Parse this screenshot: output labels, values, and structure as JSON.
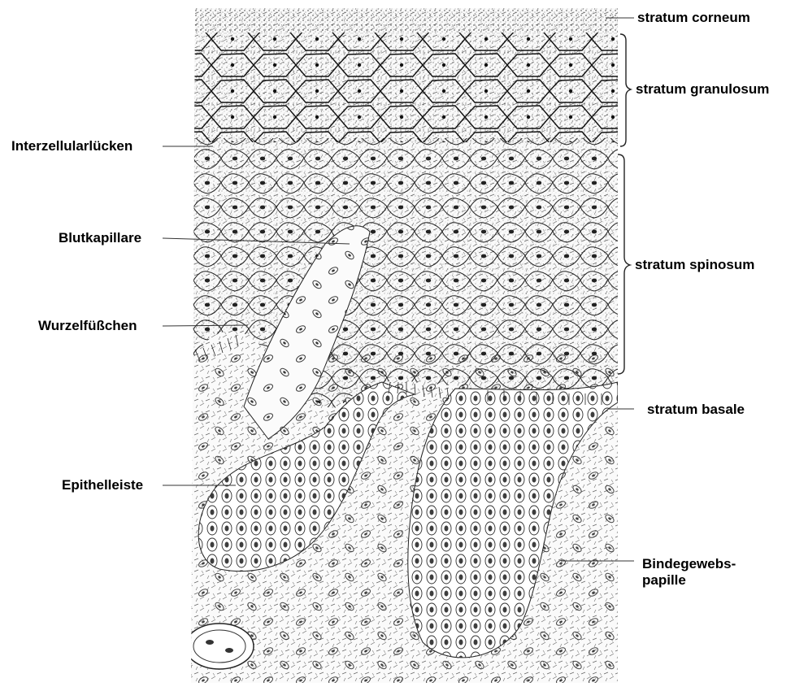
{
  "labels_left": {
    "interzellularluecken": "Interzellularlücken",
    "blutkapillare": "Blutkapillare",
    "wurzelfuesschen": "Wurzelfüßchen",
    "epithelleiste": "Epithelleiste"
  },
  "labels_right": {
    "stratum_corneum": "stratum corneum",
    "stratum_granulosum": "stratum granulosum",
    "stratum_spinosum": "stratum spinosum",
    "stratum_basale": "stratum basale",
    "bindegewebspapille_line1": "Bindegewebs-",
    "bindegewebspapille_line2": "papille"
  },
  "colors": {
    "ink": "#1a1a1a",
    "paper": "#ffffff",
    "stipple": "#3a3a3a"
  }
}
